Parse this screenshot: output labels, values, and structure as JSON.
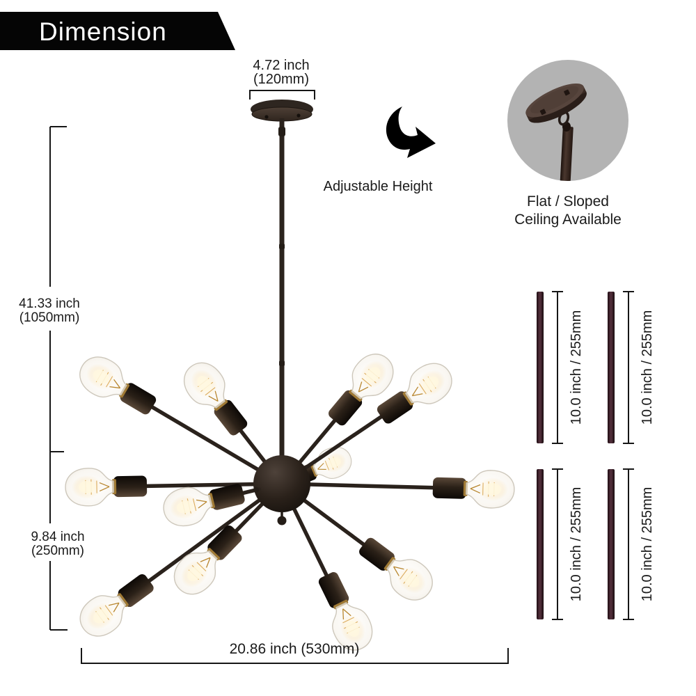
{
  "banner": {
    "title": "Dimension"
  },
  "labels": {
    "canopy_width": {
      "line1": "4.72 inch",
      "line2": "(120mm)"
    },
    "total_height": {
      "line1": "41.33 inch",
      "line2": "(1050mm)"
    },
    "body_height": {
      "line1": "9.84 inch",
      "line2": "(250mm)"
    },
    "fixture_width": "20.86 inch (530mm)",
    "adjustable_height": "Adjustable Height",
    "ceiling_note": {
      "line1": "Flat / Sloped",
      "line2": "Ceiling Available"
    }
  },
  "rod_dimensions": [
    {
      "label": "10.0 inch / 255mm"
    },
    {
      "label": "10.0 inch / 255mm"
    },
    {
      "label": "10.0 inch / 255mm"
    },
    {
      "label": "10.0 inch / 255mm"
    }
  ],
  "icons": {
    "adjustable_arrow": "curved-down-right-arrow"
  },
  "illustration": {
    "type": "sputnik-chandelier",
    "bulb_count": 12
  },
  "colors": {
    "background": "#ffffff",
    "banner_bg": "#050505",
    "banner_text": "#ffffff",
    "dimension_line": "#161616",
    "inset_circle_bg": "#b3b3b3",
    "metal_dark": "#2b231d",
    "rod_maroon": "#53303c",
    "bulb_glow": "#ffd98a",
    "brass": "#a07a35"
  }
}
